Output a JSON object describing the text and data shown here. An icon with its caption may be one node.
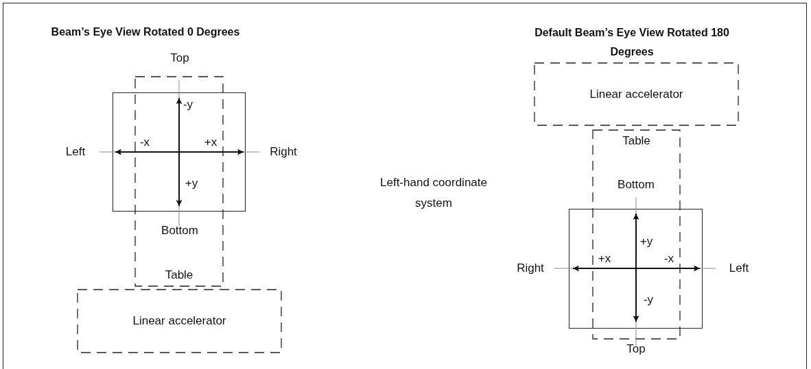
{
  "diagram": {
    "nodes": [
      {
        "text": [
          "Table"
        ]
      },
      {
        "text": [],
        "shape": "box"
      },
      {
        "text": [
          "Linear accelerator"
        ]
      },
      {
        "text": [
          "Linear accelerator"
        ]
      },
      {
        "text": [
          "Table"
        ]
      },
      {
        "text": [],
        "shape": "box"
      }
    ],
    "labels": [
      "Beam’s Eye View Rotated 0 Degrees",
      "Top",
      "-y",
      "Left",
      "-x",
      "+x",
      "Right",
      "+y",
      "Bottom",
      "Left-hand coordinate system",
      "Default Beam’s Eye View Rotated 180 Degrees",
      "Bottom",
      "+y",
      "Right",
      "+x",
      "-x",
      "Left",
      "-y",
      "Top"
    ]
  }
}
